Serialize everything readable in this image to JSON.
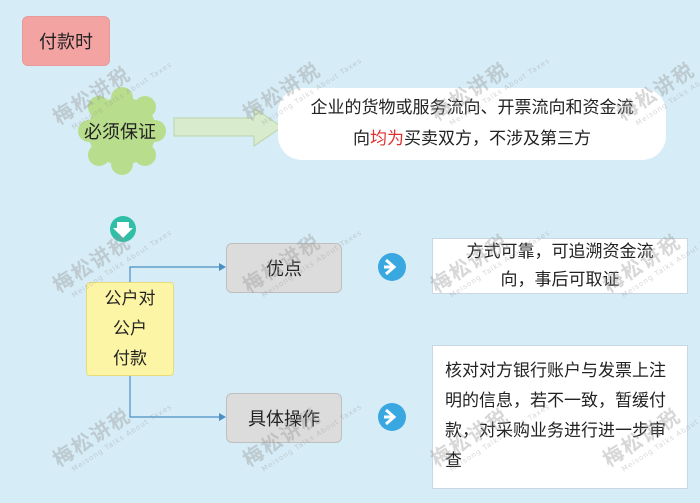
{
  "title": "付款时",
  "badge": {
    "label": "必须保证"
  },
  "top_box": {
    "line1": "企业的货物或服务流向、开票流向和资金流",
    "line2_pre": "向",
    "line2_highlight": "均为",
    "line2_post": "买卖双方，不涉及第三方"
  },
  "left_box": {
    "lines": [
      "公户对",
      "公户",
      "付款"
    ]
  },
  "pros": {
    "label": "优点",
    "text_line1": "方式可靠，可追溯资金流",
    "text_line2": "向，事后可取证"
  },
  "operation": {
    "label": "具体操作",
    "text": "核对对方银行账户与发票上注明的信息，若不一致，暂缓付款，对采购业务进行进一步审查"
  },
  "watermark": {
    "main": "梅松讲税",
    "sub": "Meisong Talks About Taxes"
  },
  "colors": {
    "background": "#d6ecf6",
    "title_box": "#f4a3a3",
    "badge": "#b8dd8c",
    "left_box": "#fdf5a6",
    "grey_box": "#dcdcdc",
    "teal_icon": "#2fbfa7",
    "blue_icon": "#3aa8e0",
    "highlight": "#e03030"
  }
}
